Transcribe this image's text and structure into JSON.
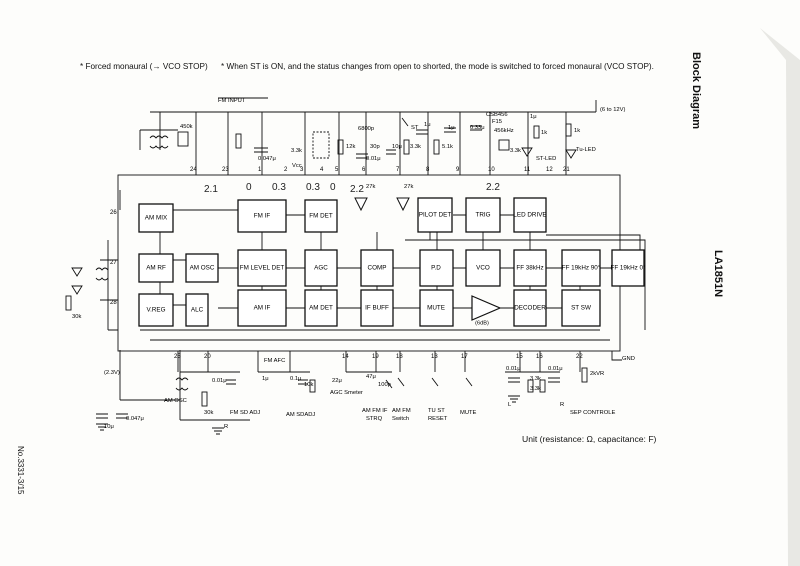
{
  "notes": {
    "forced_monaural": "* Forced monaural (→ VCO STOP)",
    "st_note": "* When ST is ON, and the status changes from open to shorted, the mode is switched to forced monaural (VCO STOP)."
  },
  "side": {
    "heading": "Block Diagram",
    "chip": "LA1851N",
    "doc_no": "No.3331-3/15"
  },
  "unit_note": "Unit (resistance: Ω, capacitance: F)",
  "blocks": [
    {
      "id": "am-mix",
      "label": "AM MIX"
    },
    {
      "id": "am-rf",
      "label": "AM RF"
    },
    {
      "id": "am-osc",
      "label": "AM OSC"
    },
    {
      "id": "v-reg",
      "label": "V.REG"
    },
    {
      "id": "alc",
      "label": "ALC"
    },
    {
      "id": "fm-if",
      "label": "FM IF"
    },
    {
      "id": "fm-det",
      "label": "FM DET"
    },
    {
      "id": "fm-level-det",
      "label": "FM LEVEL DET"
    },
    {
      "id": "agc",
      "label": "AGC"
    },
    {
      "id": "comp",
      "label": "COMP"
    },
    {
      "id": "am-if",
      "label": "AM IF"
    },
    {
      "id": "am-det",
      "label": "AM DET"
    },
    {
      "id": "if-buff",
      "label": "IF BUFF"
    },
    {
      "id": "pilot-det",
      "label": "PILOT DET"
    },
    {
      "id": "trig",
      "label": "TRIG"
    },
    {
      "id": "led-drive",
      "label": "LED DRIVE"
    },
    {
      "id": "pd",
      "label": "P.D"
    },
    {
      "id": "vco",
      "label": "VCO"
    },
    {
      "id": "ff-38",
      "label": "FF 38kHz"
    },
    {
      "id": "ff-19",
      "label": "FF 19kHz 90°"
    },
    {
      "id": "ff-19b",
      "label": "FF 19kHz 0°"
    },
    {
      "id": "mute",
      "label": "MUTE"
    },
    {
      "id": "decoder",
      "label": "DECODER"
    },
    {
      "id": "st-sw",
      "label": "ST SW"
    },
    {
      "id": "amp",
      "label": "(6dB)"
    }
  ],
  "top_pins": [
    "24",
    "23",
    "1",
    "2",
    "3",
    "4",
    "5",
    "6",
    "7",
    "8",
    "9",
    "10",
    "11",
    "12",
    "21"
  ],
  "bottom_pins": [
    "25",
    "20",
    "19",
    "18",
    "17",
    "16",
    "15",
    "14",
    "13",
    "22"
  ],
  "side_pins": [
    "26",
    "27",
    "28"
  ],
  "labels": {
    "fm_input": "FM INPUT",
    "c450k": "450k",
    "c047": "0.047μ",
    "vcc": "Vcc",
    "r33k": "3.3k",
    "c6800": "6800p",
    "r12k": "12k",
    "c30p": "30p",
    "c001": "0.01μ",
    "c10u": "10μ",
    "r27k_a": "27k",
    "r27k_b": "27k",
    "st": "ST",
    "c1u": "1μ",
    "r51k": "5.1k",
    "c033": "0.33μ",
    "csb": "CSB456",
    "f15": "F15",
    "c456k": "456kHz",
    "r33k_b": "3.3k",
    "r33k_c": "3.3k",
    "r1k_a": "1k",
    "r1k_b": "1k",
    "st_led": "ST-LED",
    "tu_led": "Tu-LED",
    "supply": "(6 to 12V)",
    "r30k": "30k",
    "v23": "(2.3V)",
    "am_osc": "AM OSC",
    "c10u_b": "10μ",
    "c047_b": "0.047μ",
    "c001_b": "0.01μ",
    "r30k_b": "30k",
    "fm_sd_adj": "FM SD ADJ",
    "r_lbl": "R",
    "fm_afc": "FM AFC",
    "c1u_b": "1μ",
    "c01u": "0.1μ",
    "r10k": "10k",
    "am_sdadj": "AM SDADJ",
    "c22u": "22μ",
    "agc_smeter": "AGC Smeter",
    "c47u": "47μ",
    "c100p": "100p",
    "am_fm_if": "AM FM IF",
    "strq": "STRQ",
    "am_fm_sw": "AM FM",
    "switch": "Switch",
    "tu_st": "TU ST",
    "reset": "RESET",
    "mute": "MUTE",
    "c001_c": "0.01μ",
    "c001_d": "0.01μ",
    "r33k_d": "3.3k",
    "r33k_e": "3.3k",
    "l_out": "L",
    "r_out": "R",
    "sep": "SEP CONTROLE",
    "vr2k": "2kVR",
    "gnd": "GND",
    "c1u_c": "1μ",
    "c1u_d": "1μ"
  },
  "handwritten": [
    "2.1",
    "0",
    "0.3",
    "0.3",
    "0",
    "2.2",
    "2.2"
  ]
}
